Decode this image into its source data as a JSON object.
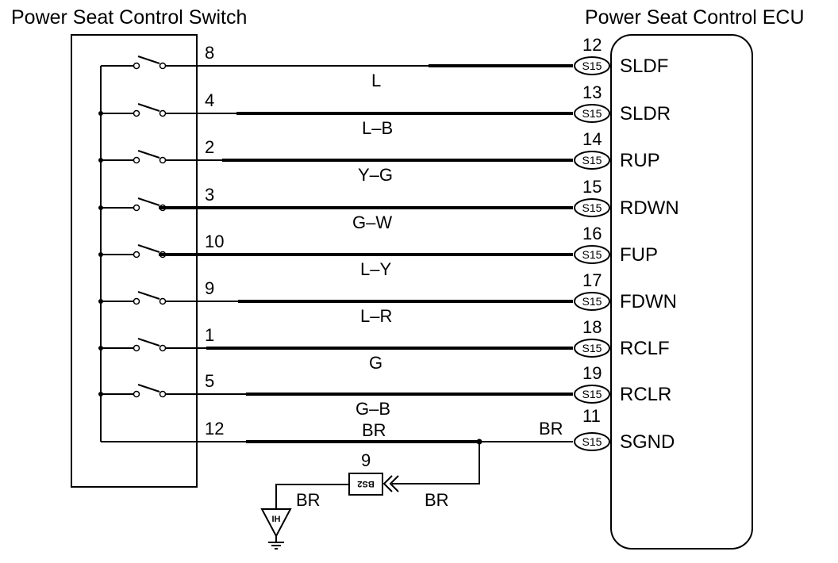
{
  "switch_title": "Power Seat Control Switch",
  "ecu_title": "Power Seat Control ECU",
  "ecu_connector": "S15",
  "wires": [
    {
      "sw_pin": "8",
      "color": "L",
      "ecu_pin": "12",
      "signal": "SLDF"
    },
    {
      "sw_pin": "4",
      "color": "L–B",
      "ecu_pin": "13",
      "signal": "SLDR"
    },
    {
      "sw_pin": "2",
      "color": "Y–G",
      "ecu_pin": "14",
      "signal": "RUP"
    },
    {
      "sw_pin": "3",
      "color": "G–W",
      "ecu_pin": "15",
      "signal": "RDWN"
    },
    {
      "sw_pin": "10",
      "color": "L–Y",
      "ecu_pin": "16",
      "signal": "FUP"
    },
    {
      "sw_pin": "9",
      "color": "L–R",
      "ecu_pin": "17",
      "signal": "FDWN"
    },
    {
      "sw_pin": "1",
      "color": "G",
      "ecu_pin": "18",
      "signal": "RCLF"
    },
    {
      "sw_pin": "5",
      "color": "G–B",
      "ecu_pin": "19",
      "signal": "RCLR"
    }
  ],
  "ground_wire": {
    "sw_pin": "12",
    "color": "BR",
    "color_ecu_side": "BR",
    "ecu_pin": "11",
    "signal": "SGND"
  },
  "junction": {
    "label": "BS2",
    "pin": "9",
    "wire_color_right": "BR",
    "wire_color_left": "BR"
  },
  "ground_label": "IH"
}
